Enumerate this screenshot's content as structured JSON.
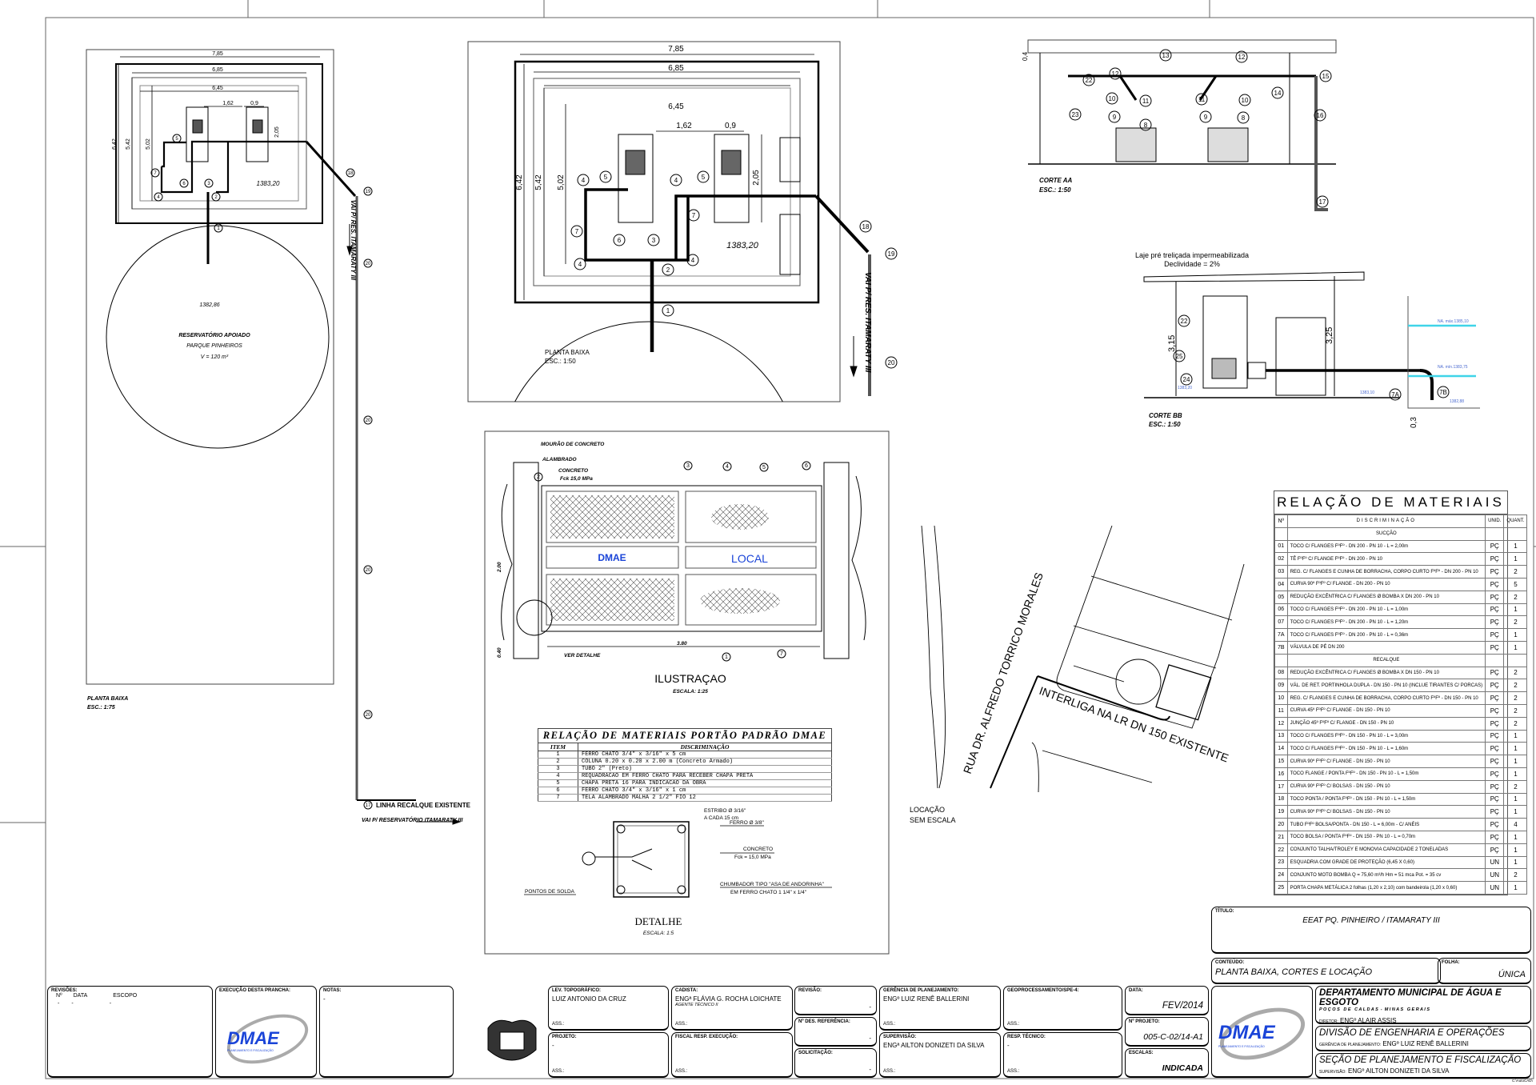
{
  "plan_small": {
    "title": "PLANTA BAIXA",
    "scale": "ESC.: 1:75",
    "dims": [
      "7,85",
      "6,85",
      "6,45",
      "1,62",
      "0,9",
      "6,42",
      "5,42",
      "5,02",
      "2,05"
    ],
    "elevation": "1383,20",
    "reservoir": {
      "elevation": "1382,86",
      "name": "RESERVATÓRIO APOIADO",
      "place": "PARQUE PINHEIROS",
      "volume": "V = 120 m³"
    },
    "pipe_label": "VAI P/ RES. ITAMARATY III",
    "existing_line": "LINHA RECALQUE EXISTENTE",
    "existing_to": "VAI P/ RESERVATÓRIO ITAMARATY III",
    "markers": [
      "1",
      "2",
      "3",
      "4",
      "5",
      "6",
      "7",
      "18",
      "19",
      "20",
      "17"
    ]
  },
  "plan_large": {
    "title": "PLANTA BAIXA",
    "scale": "ESC.: 1:50",
    "dims": [
      "7,85",
      "6,85",
      "6,45",
      "1,62",
      "0,9",
      "6,42",
      "5,42",
      "5,02",
      "2,05"
    ],
    "elevation": "1383,20",
    "pipe_label": "VAI P/ RES. ITAMARATY III",
    "markers": [
      "1",
      "2",
      "3",
      "4",
      "5",
      "6",
      "7",
      "18",
      "19",
      "20"
    ]
  },
  "corte_aa": {
    "title": "CORTE AA",
    "scale": "ESC.: 1:50",
    "dim": "0,4",
    "markers": [
      "13",
      "12",
      "12",
      "15",
      "22",
      "10",
      "11",
      "11",
      "10",
      "14",
      "16",
      "23",
      "9",
      "8",
      "9",
      "8",
      "17"
    ]
  },
  "corte_bb": {
    "title": "CORTE BB",
    "scale": "ESC.: 1:50",
    "slab": "Laje pré treliçada impermeabilizada",
    "slope": "Declividade = 2%",
    "dims": [
      "3,15",
      "3,25",
      "0,3"
    ],
    "levels": [
      "1383,20",
      "1383,10",
      "NA. máx.1385,10",
      "NA. mín.1383,75",
      "1382,88"
    ],
    "markers": [
      "22",
      "25",
      "24",
      "7A",
      "7B"
    ]
  },
  "gate": {
    "labels": [
      "MOURÃO DE CONCRETO",
      "ALAMBRADO",
      "CONCRETO",
      "Fck 15,0 MPa",
      "VER DETALHE"
    ],
    "dims": [
      "2.00",
      "0.40",
      "3.80"
    ],
    "sign_logo": "DMAE",
    "sign_text": "LOCAL",
    "markers": [
      "1",
      "2",
      "3",
      "4",
      "5",
      "6",
      "7"
    ],
    "title": "ILUSTRAÇAO",
    "scale": "ESCALA: 1:25"
  },
  "gate_materials": {
    "title": "RELAÇÃO DE MATERIAIS PORTÃO PADRÃO DMAE",
    "headers": [
      "ITEM",
      "DISCRIMINAÇÃO"
    ],
    "rows": [
      [
        "1",
        "FERRO CHATO 3/4\" x 3/16\" x 5 cm"
      ],
      [
        "2",
        "COLUNA 0.20 x 0.20 x 2.00 m (Concreto Armado)"
      ],
      [
        "3",
        "TUBO 2\" (Preto)"
      ],
      [
        "4",
        "REQUADRACAO EM FERRO CHATO PARA RECEBER CHAPA PRETA"
      ],
      [
        "5",
        "CHAPA PRETA 16 PARA INDICACAO DA OBRA"
      ],
      [
        "6",
        "FERRO CHATO 3/4\" x 3/16\" x 1 cm"
      ],
      [
        "7",
        "TELA ALAMBRADO MALHA 2 1/2\" FIO 12"
      ]
    ]
  },
  "detail": {
    "labels": [
      "ESTRIBO Ø 3/16\"",
      "A CADA 15 cm",
      "FERRO Ø 3/8\"",
      "CONCRETO",
      "Fck = 15,0 MPa",
      "CHUMBADOR TIPO \"ASA DE ANDORINHA\"",
      "EM FERRO CHATO 1 1/4\" x 1/4\"",
      "PONTOS DE SOLDA"
    ],
    "title": "DETALHE",
    "scale": "ESCALA: 1:5"
  },
  "location": {
    "street": "RUA DR. ALFREDO  TORRICO  MORALES",
    "interlink": "INTERLIGA NA LR DN 150 EXISTENTE",
    "title": "LOCAÇÃO",
    "scale": "SEM ESCALA"
  },
  "materials": {
    "title": "RELAÇÃO DE MATERIAIS",
    "headers": [
      "Nº",
      "DISCRIMINAÇÃO",
      "UNID.",
      "QUANT."
    ],
    "sections": [
      {
        "name": "SUCÇÃO",
        "rows": [
          [
            "01",
            "TOCO C/ FLANGES FºFº - DN 200 - PN 10 - L = 2,00m",
            "PÇ",
            "1"
          ],
          [
            "02",
            "TÊ FºFº C/ FLANGE FºFº - DN 200 - PN 10",
            "PÇ",
            "1"
          ],
          [
            "03",
            "REG. C/ FLANGES E CUNHA DE BORRACHA, CORPO CURTO FºFº - DN 200 - PN 10",
            "PÇ",
            "2"
          ],
          [
            "04",
            "CURVA 90º FºFº C/ FLANGE - DN 200 - PN 10",
            "PÇ",
            "5"
          ],
          [
            "05",
            "REDUÇÃO EXCÊNTRICA C/ FLANGES Ø BOMBA X DN 200 - PN 10",
            "PÇ",
            "2"
          ],
          [
            "06",
            "TOCO C/ FLANGES FºFº - DN 200 - PN 10 - L = 1,00m",
            "PÇ",
            "1"
          ],
          [
            "07",
            "TOCO C/ FLANGES FºFº - DN 200 - PN 10 - L = 1,20m",
            "PÇ",
            "2"
          ],
          [
            "7A",
            "TOCO C/ FLANGES FºFº - DN 200 - PN 10 - L = 0,36m",
            "PÇ",
            "1"
          ],
          [
            "7B",
            "VÁLVULA DE PÉ DN 200",
            "PÇ",
            "1"
          ]
        ]
      },
      {
        "name": "RECALQUE",
        "rows": [
          [
            "08",
            "REDUÇÃO EXCÊNTRICA C/ FLANGES Ø BOMBA X DN 150 - PN 10",
            "PÇ",
            "2"
          ],
          [
            "09",
            "VÁL. DE RET. PORTINHOLA DUPLA - DN 150 - PN 10 (INCLUE TIRANTES C/ PORCAS)",
            "PÇ",
            "2"
          ],
          [
            "10",
            "REG. C/ FLANGES E CUNHA DE BORRACHA, CORPO CURTO FºFº - DN 150 - PN 10",
            "PÇ",
            "2"
          ],
          [
            "11",
            "CURVA 45º FºFº C/ FLANGE - DN 150 - PN 10",
            "PÇ",
            "2"
          ],
          [
            "12",
            "JUNÇÃO 45º FºFº C/ FLANGE - DN 150 - PN 10",
            "PÇ",
            "2"
          ],
          [
            "13",
            "TOCO C/ FLANGES FºFº - DN 150 - PN 10 - L = 3,00m",
            "PÇ",
            "1"
          ],
          [
            "14",
            "TOCO C/ FLANGES FºFº - DN 150 - PN 10 - L = 1,60m",
            "PÇ",
            "1"
          ],
          [
            "15",
            "CURVA 90º FºFº C/ FLANGE - DN 150 - PN 10",
            "PÇ",
            "1"
          ],
          [
            "16",
            "TOCO FLANGE / PONTA FºFº - DN 150 - PN 10 - L = 1,50m",
            "PÇ",
            "1"
          ],
          [
            "17",
            "CURVA 90º FºFº C/ BOLSAS - DN 150 - PN 10",
            "PÇ",
            "2"
          ],
          [
            "18",
            "TOCO PONTA / PONTA FºFº - DN 150 - PN 10 - L = 1,50m",
            "PÇ",
            "1"
          ],
          [
            "19",
            "CURVA 90º FºFº C/ BOLSAS - DN 150 - PN 10",
            "PÇ",
            "1"
          ],
          [
            "20",
            "TUBO FºFº BOLSA/PONTA - DN 150 - L = 6,00m - C/ ANÉIS",
            "PÇ",
            "4"
          ],
          [
            "21",
            "TOCO BOLSA / PONTA FºFº - DN 150 - PN 10 - L = 0,70m",
            "PÇ",
            "1"
          ],
          [
            "22",
            "CONJUNTO TALHA/TROLEY E MONOVIA CAPACIDADE 2 TONELADAS",
            "PÇ",
            "1"
          ],
          [
            "23",
            "ESQUADRIA COM GRADE DE PROTEÇÃO (6,45 X 0,60)",
            "UN",
            "1"
          ],
          [
            "24",
            "CONJUNTO MOTO BOMBA Q = 75,60 m³/h  Hm = 51 mca  Pot. = 35 cv",
            "UN",
            "2"
          ],
          [
            "25",
            "PORTA CHAPA METÁLICA 2 folhas (1,20 x 2,10) com bandeirola (1,20 x 0,60)",
            "UN",
            "1"
          ]
        ]
      }
    ]
  },
  "title_block": {
    "titulo_label": "TÍTULO:",
    "titulo": "EEAT PQ. PINHEIRO / ITAMARATY III",
    "conteudo_label": "CONTEÚDO:",
    "conteudo": "PLANTA BAIXA, CORTES E LOCAÇÃO",
    "folha_label": "FOLHA:",
    "folha": "ÚNICA",
    "revisoes_label": "REVISÕES:",
    "revisoes_cols": [
      "Nº",
      "DATA",
      "ESCOPO"
    ],
    "revisoes_vals": [
      "-",
      "-",
      "-"
    ],
    "execucao_label": "EXECUÇÃO DESTA PRANCHA:",
    "notas_label": "NOTAS:",
    "notas": "-",
    "lev_label": "LEV. TOPOGRÁFICO:",
    "lev": "LUIZ ANTONIO DA CRUZ",
    "cadista_label": "CADISTA:",
    "cadista": "ENGª FLÁVIA G. ROCHA LOICHATE",
    "cadista_role": "AGENTE TÉCNICO II",
    "projeto_label": "PROJETO:",
    "projeto": "-",
    "fiscal_label": "FISCAL RESP. EXECUÇÃO:",
    "revisao_label": "REVISÃO:",
    "revisao": "-",
    "ndes_label": "Nº DES. REFERÊNCIA:",
    "ndes": "-",
    "solic_label": "SOLICITAÇÃO:",
    "solic": "-",
    "gerencia_label": "GERÊNCIA DE PLANEJAMENTO:",
    "gerencia": "ENGº LUIZ RENÊ BALLERINI",
    "supervisao_label": "SUPERVISÃO:",
    "supervisao": "ENGª AILTON DONIZETI DA SILVA",
    "geoproc_label": "GEOPROCESSAMENTO/SPE-4:",
    "resp_label": "RESP. TÉCNICO:",
    "resp": "-",
    "ass": "ASS.:",
    "data_label": "DATA:",
    "data": "FEV/2014",
    "nproj_label": "Nº PROJETO:",
    "nproj": "005-C-02/14-A1",
    "escalas_label": "ESCALAS:",
    "escalas": "INDICADA",
    "logo": "DMAE",
    "logo_sub": "PLANEJAMENTO E FISCALIZAÇÃO",
    "dept": "DEPARTAMENTO MUNICIPAL DE ÁGUA E ESGOTO",
    "city": "P O Ç O S   D E   C A L D A S  -  M I N A S   G E R A I S",
    "diretor_label": "DIRETOR:",
    "diretor": "ENGº ALAIR ASSIS",
    "divisao": "DIVISÃO DE ENGENHARIA E OPERAÇÕES",
    "ger_label": "GERÊNCIA DE PLANEJAMENTO:",
    "ger": "ENGº LUIZ RENÊ BALLERINI",
    "secao": "SEÇÃO DE PLANEJAMENTO E FISCALIZAÇÃO",
    "sup_label": "SUPERVISÃO:",
    "sup": "ENGº AILTON DONIZETI DA SILVA",
    "path": "C:\\AutoCAD\\"
  },
  "colors": {
    "logo_blue": "#1a44d8",
    "water": "#3fd4e8",
    "level": "#4a6ad0"
  }
}
